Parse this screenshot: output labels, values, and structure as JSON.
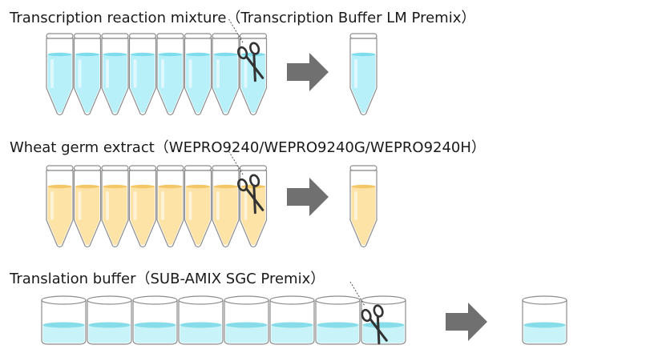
{
  "rows": [
    {
      "title": "Transcription reaction mixture（Transcription Buffer LM Premix）",
      "container": "strip-tube",
      "tube_count": 8,
      "cut_tube_index": 7,
      "liquid_color": "#b8f0fa",
      "liquid_edge_color": "#7fdcec"
    },
    {
      "title": "Wheat germ extract（WEPRO9240/WEPRO9240G/WEPRO9240H）",
      "container": "strip-tube",
      "tube_count": 8,
      "cut_tube_index": 7,
      "liquid_color": "#fde3a6",
      "liquid_edge_color": "#f4c766"
    },
    {
      "title": "Translation buffer（SUB-AMIX SGC Premix）",
      "container": "strip-well",
      "tube_count": 8,
      "cut_tube_index": 7,
      "liquid_color": "#c8f3f8",
      "liquid_edge_color": "#86dde9"
    }
  ],
  "icons": {
    "cut": "scissors-icon",
    "result": "right-arrow-icon"
  },
  "colors": {
    "outline": "#8c8c8c",
    "arrow": "#707070",
    "scissors": "#333333"
  }
}
